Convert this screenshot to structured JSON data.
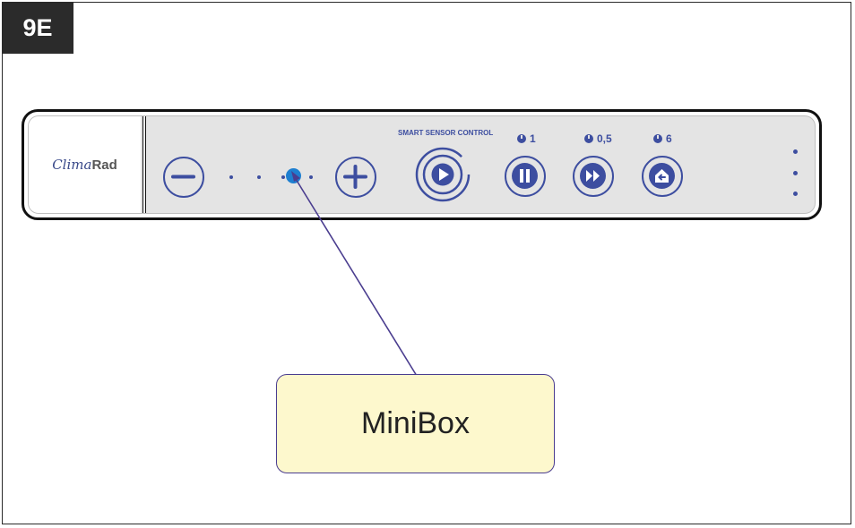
{
  "step_label": "9E",
  "logo": {
    "script_text": "Clima",
    "bold_text": "Rad"
  },
  "panel": {
    "smart_sensor_label": "SMART SENSOR CONTROL",
    "timer_1_label": "1",
    "timer_2_label": "0,5",
    "timer_3_label": "6",
    "accent_color": "#3d4ea0"
  },
  "callout": {
    "label": "MiniBox",
    "fill_color": "#fdf8cd",
    "arrow_color": "#4a3d8f"
  },
  "highlight_color": "#1e7fd0"
}
